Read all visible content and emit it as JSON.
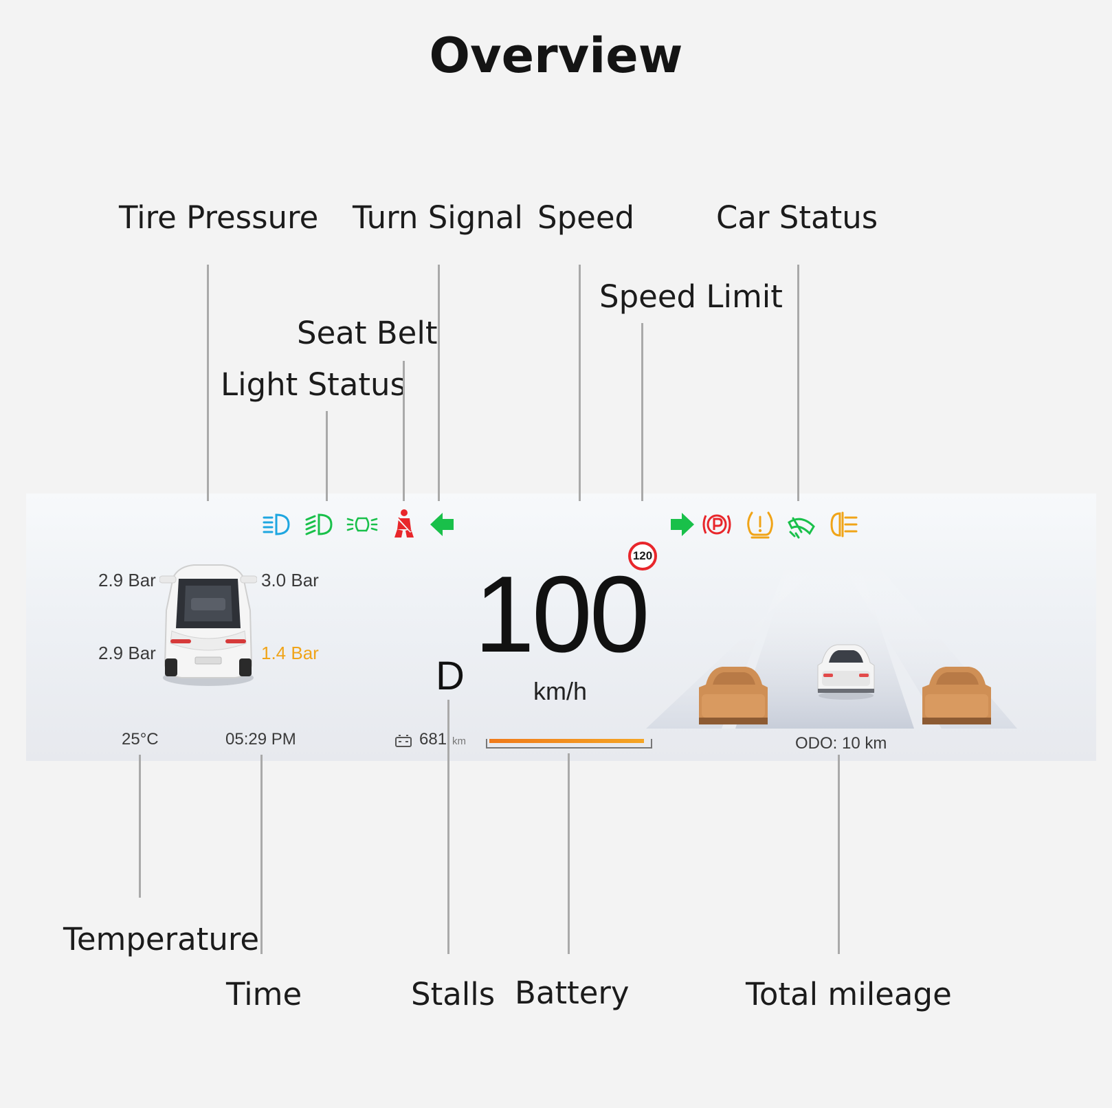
{
  "title": "Overview",
  "labels": {
    "tire_pressure": "Tire Pressure",
    "turn_signal": "Turn Signal",
    "speed": "Speed",
    "car_status": "Car Status",
    "speed_limit": "Speed Limit",
    "seat_belt": "Seat Belt",
    "light_status": "Light Status",
    "temperature": "Temperature",
    "time": "Time",
    "stalls": "Stalls",
    "battery": "Battery",
    "total_mileage": "Total mileage"
  },
  "dashboard": {
    "tires": {
      "front_left": "2.9 Bar",
      "front_right": "3.0 Bar",
      "rear_left": "2.9 Bar",
      "rear_right": "1.4 Bar"
    },
    "speed": "100",
    "speed_unit": "km/h",
    "speed_limit": "120",
    "gear": "D",
    "temperature": "25°C",
    "time": "05:29 PM",
    "range_value": "681",
    "range_unit": "km",
    "battery_level": 0.97,
    "odometer": "ODO: 10 km",
    "indicator_icons": [
      "low-beam-icon",
      "high-beam-icon",
      "parking-lights-icon",
      "seat-belt-icon",
      "left-turn-arrow-icon",
      "right-turn-arrow-icon",
      "parking-brake-icon",
      "tire-pressure-warning-icon",
      "wiper-icon",
      "rear-fog-light-icon"
    ],
    "colors": {
      "light_blue": "#1ea6e0",
      "indicator_green": "#19c04a",
      "warning_red": "#e8262b",
      "warning_amber": "#f0a418",
      "tire_warning_text": "#f0a418",
      "battery_fill": "#f08c1e",
      "neighbor_car": "#cf8f55"
    }
  }
}
